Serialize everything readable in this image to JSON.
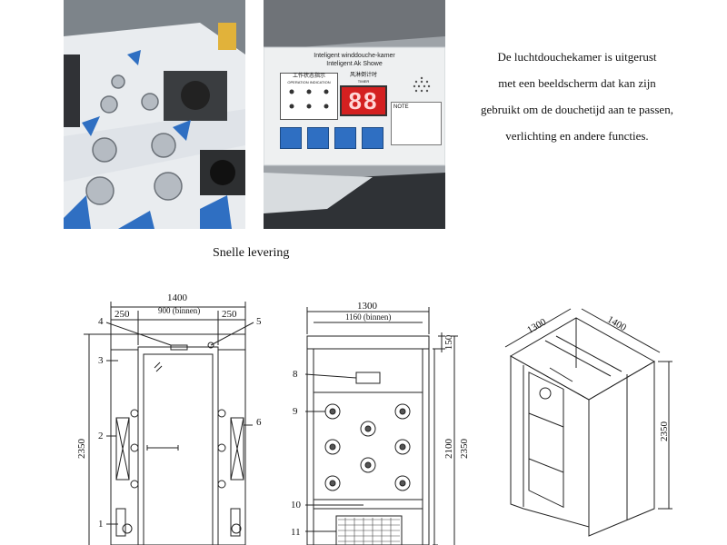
{
  "caption": {
    "lines": [
      "De luchtdouchekamer is uitgerust",
      "met een beeldscherm dat kan zijn",
      "gebruikt om de douchetijd aan te passen,",
      "verlichting en andere functies."
    ]
  },
  "delivery_label": "Snelle levering",
  "control_panel": {
    "title_line1": "Inteligent winddouche-kamer",
    "title_line2": "Inteligent Ak Showe",
    "indicator_title": "工作状态指示",
    "indicator_subtitle": "OPERATION INDICATION",
    "timer_title": "风淋倒计时",
    "timer_subtitle": "TIMER",
    "display_value": "88",
    "note_label": "NOTE"
  },
  "front_drawing": {
    "width_total": "1400",
    "width_inner": "900 (binnen)",
    "side_left": "250",
    "side_right": "250",
    "height": "2350",
    "parts": [
      "1",
      "2",
      "3",
      "4",
      "5",
      "6"
    ]
  },
  "side_drawing": {
    "width_total": "1300",
    "width_inner": "1160 (binnen)",
    "top_height": "150",
    "inner_height": "2100",
    "height": "2350",
    "parts": [
      "8",
      "9",
      "10",
      "11"
    ]
  },
  "iso_drawing": {
    "depth": "1300",
    "width": "1400",
    "height": "2350"
  },
  "colors": {
    "panel_blue": "#2f6fc2",
    "display_red": "#d42020",
    "steel": "#c9ccd0"
  }
}
